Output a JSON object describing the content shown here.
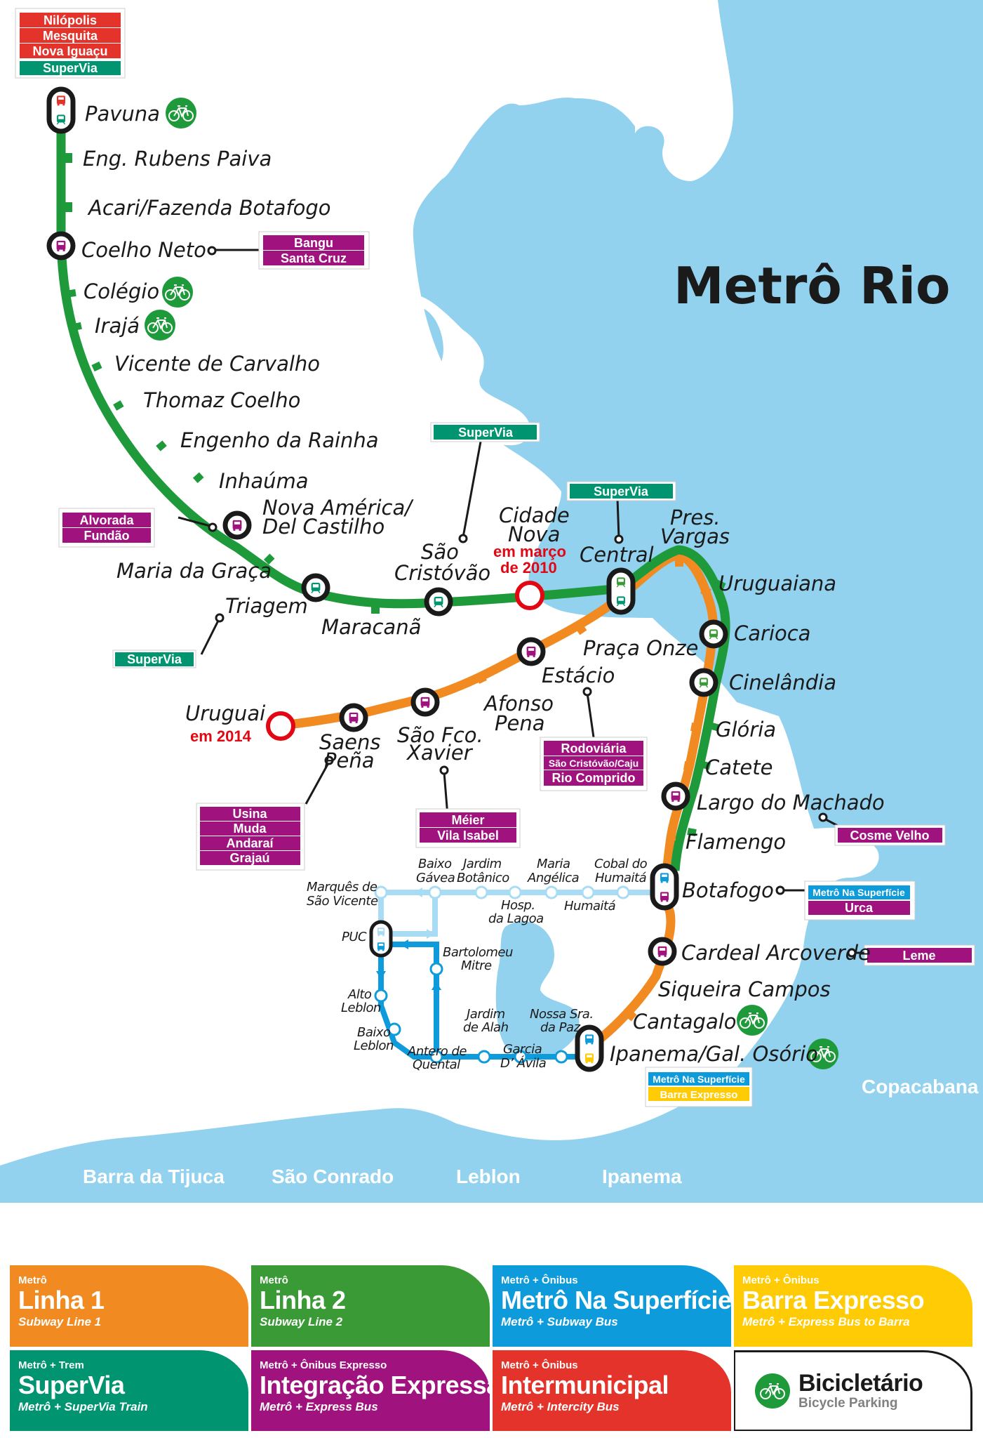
{
  "title": "Metrô Rio",
  "colors": {
    "water": "#93d2ef",
    "line1": "#f18a21",
    "line2": "#1e9a3b",
    "supervia": "#009471",
    "integracao_expressa": "#a0137f",
    "metro_na_superficie": "#0e9bdc",
    "metro_na_superficie_light": "#a8dcf4",
    "barra_expresso": "#ffcb05",
    "intermunicipal": "#e3332a",
    "future_station": "#e30613"
  },
  "neighborhoods": {
    "barra": "Barra da Tijuca",
    "sao_conrado": "São Conrado",
    "leblon": "Leblon",
    "ipanema": "Ipanema",
    "copacabana": "Copacabana"
  },
  "line2_stations": {
    "pavuna": "Pavuna",
    "rubens_paiva": "Eng. Rubens Paiva",
    "acari": "Acari/Fazenda Botafogo",
    "coelho_neto": "Coelho Neto",
    "colegio": "Colégio",
    "iraja": "Irajá",
    "vicente": "Vicente de Carvalho",
    "thomaz": "Thomaz Coelho",
    "engenho": "Engenho da Rainha",
    "inhauma": "Inhaúma",
    "nova_america_1": "Nova América/",
    "nova_america_2": "Del Castilho",
    "maria_graca": "Maria da Graça",
    "triagem": "Triagem",
    "maracana": "Maracanã",
    "sao_cristovao_1": "São",
    "sao_cristovao_2": "Cristóvão",
    "cidade_nova_1": "Cidade",
    "cidade_nova_2": "Nova",
    "cidade_nova_note_1": "em março",
    "cidade_nova_note_2": "de 2010",
    "central": "Central",
    "pres_vargas_1": "Pres.",
    "pres_vargas_2": "Vargas"
  },
  "line1_stations": {
    "uruguai": "Uruguai",
    "uruguai_note": "em 2014",
    "saens_pena_1": "Saens",
    "saens_pena_2": "Peña",
    "sao_fco_1": "São Fco.",
    "sao_fco_2": "Xavier",
    "afonso_pena_1": "Afonso",
    "afonso_pena_2": "Pena",
    "estacio": "Estácio",
    "praca_onze": "Praça Onze",
    "uruguaiana": "Uruguaiana",
    "carioca": "Carioca",
    "cinelandia": "Cinelândia",
    "gloria": "Glória",
    "catete": "Catete",
    "largo_machado": "Largo do Machado",
    "flamengo": "Flamengo",
    "botafogo": "Botafogo",
    "cardeal": "Cardeal Arcoverde",
    "siqueira": "Siqueira Campos",
    "cantagalo": "Cantagalo",
    "ipanema": "Ipanema/Gal. Osório"
  },
  "surface_stops": {
    "marques_1": "Marquês de",
    "marques_2": "São Vicente",
    "baixo_gavea_1": "Baixo",
    "baixo_gavea_2": "Gávea",
    "jardim_bot_1": "Jardim",
    "jardim_bot_2": "Botânico",
    "hosp_1": "Hosp.",
    "hosp_2": "da Lagoa",
    "maria_ang_1": "Maria",
    "maria_ang_2": "Angélica",
    "humaita": "Humaitá",
    "cobal_1": "Cobal do",
    "cobal_2": "Humaitá",
    "puc": "PUC",
    "bartolomeu_1": "Bartolomeu",
    "bartolomeu_2": "Mitre",
    "alto_leblon_1": "Alto",
    "alto_leblon_2": "Leblon",
    "baixo_leblon_1": "Baixo",
    "baixo_leblon_2": "Leblon",
    "antero_1": "Antero de",
    "antero_2": "Quental",
    "jardim_alah_1": "Jardim",
    "jardim_alah_2": "de Alah",
    "garcia_1": "Garcia",
    "garcia_2": "D’ Ávila",
    "nossa_sra_1": "Nossa Sra.",
    "nossa_sra_2": "da Paz"
  },
  "connections": {
    "pavuna": [
      "Nilópolis",
      "Mesquita",
      "Nova Iguaçu",
      "SuperVia"
    ],
    "coelho_neto": [
      "Bangu",
      "Santa Cruz"
    ],
    "nova_america": [
      "Alvorada",
      "Fundão"
    ],
    "triagem": [
      "SuperVia"
    ],
    "sao_cristovao": [
      "SuperVia"
    ],
    "central": [
      "SuperVia"
    ],
    "saens_pena": [
      "Usina",
      "Muda",
      "Andaraí",
      "Grajaú"
    ],
    "sao_fco_xavier": [
      "Méier",
      "Vila Isabel"
    ],
    "estacio": [
      "Rodoviária",
      "São Cristóvão/Caju",
      "Rio Comprido"
    ],
    "largo_machado": [
      "Cosme Velho"
    ],
    "botafogo": [
      "Metrô Na Superfície",
      "Urca"
    ],
    "cardeal": [
      "Leme"
    ],
    "ipanema": [
      "Metrô Na Superfície",
      "Barra Expresso"
    ]
  },
  "legend": [
    {
      "kicker": "Metrô",
      "name": "Linha 1",
      "sub": "Subway Line 1",
      "color": "#f18a21"
    },
    {
      "kicker": "Metrô",
      "name": "Linha 2",
      "sub": "Subway Line 2",
      "color": "#3a9a35"
    },
    {
      "kicker": "Metrô + Ônibus",
      "name": "Metrô Na Superfície",
      "sub": "Metrô + Subway Bus",
      "color": "#0e9bdc"
    },
    {
      "kicker": "Metrô + Ônibus",
      "name": "Barra Expresso",
      "sub": "Metrô + Express Bus to Barra",
      "color": "#ffcb05"
    },
    {
      "kicker": "Metrô + Trem",
      "name": "SuperVia",
      "sub": "Metrô + SuperVia Train",
      "color": "#009471"
    },
    {
      "kicker": "Metrô + Ônibus Expresso",
      "name": "Integração Expressa",
      "sub": "Metrô + Express Bus",
      "color": "#a0137f"
    },
    {
      "kicker": "Metrô + Ônibus",
      "name": "Intermunicipal",
      "sub": "Metrô + Intercity Bus",
      "color": "#e3332a"
    },
    {
      "kicker": "",
      "name": "Bicicletário",
      "sub": "Bicycle Parking",
      "color": "#ffffff",
      "icon": "bicycle-icon"
    }
  ]
}
